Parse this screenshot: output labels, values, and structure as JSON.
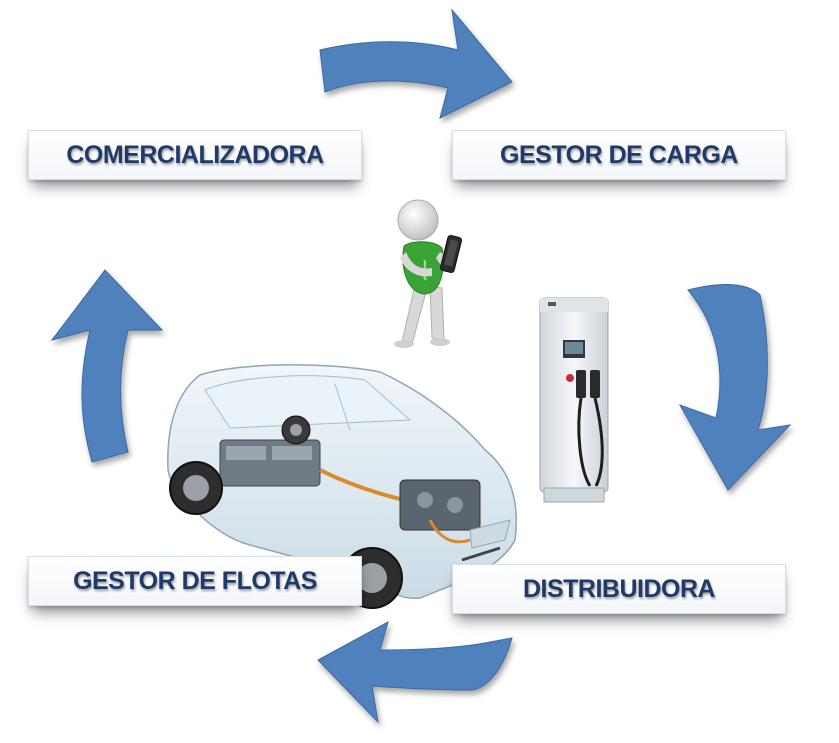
{
  "labels": {
    "comercializadora": "COMERCIALIZADORA",
    "gestor_carga": "GESTOR DE CARGA",
    "gestor_flotas": "GESTOR DE FLOTAS",
    "distribuidora": "DISTRIBUIDORA"
  },
  "colors": {
    "arrow_fill": "#4f81bd",
    "arrow_stroke": "#3c6aa0",
    "label_text": "#1f3a68",
    "shirt_green": "#3aa335",
    "figure_white": "#e4e4e4",
    "charger_body": "#e8ecef",
    "car_body": "#dfeaf1"
  },
  "icons": {
    "arrow_top": "arrow-right-icon",
    "arrow_right": "arrow-down-icon",
    "arrow_bottom": "arrow-left-icon",
    "arrow_left": "arrow-up-icon",
    "person": "person-with-phone-icon",
    "charger": "ev-charger-icon",
    "car": "electric-car-icon"
  }
}
